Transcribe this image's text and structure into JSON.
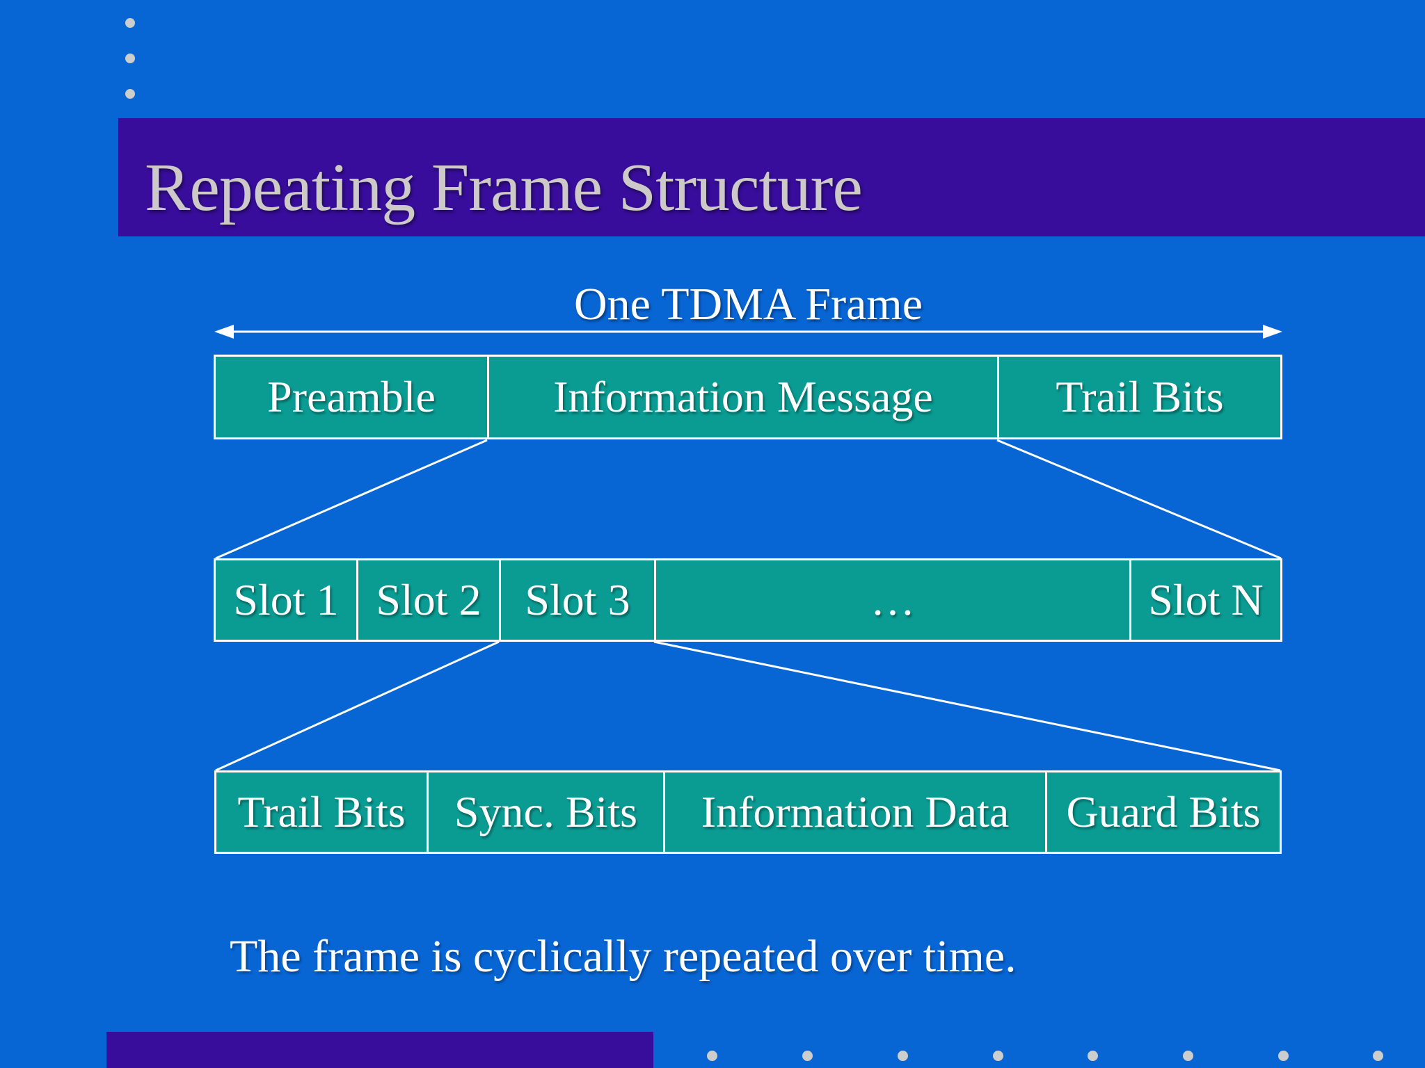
{
  "slide": {
    "title": "Repeating Frame Structure",
    "frame_label": "One TDMA Frame",
    "frame_rows": {
      "row1": [
        "Preamble",
        "Information Message",
        "Trail Bits"
      ],
      "row2": [
        "Slot 1",
        "Slot 2",
        "Slot 3",
        "…",
        "Slot N"
      ],
      "row3": [
        "Trail Bits",
        "Sync. Bits",
        "Information Data",
        "Guard Bits"
      ]
    },
    "footer": "The frame is cyclically repeated over time.",
    "colors": {
      "background": "#0865D4",
      "accent_bar": "#380D9B",
      "box_fill": "#0A9C93",
      "box_border": "#FFFFFF",
      "title_text": "#CCC9C8",
      "body_text": "#FFFFFF",
      "decorative_dot": "#CBCECD"
    }
  }
}
